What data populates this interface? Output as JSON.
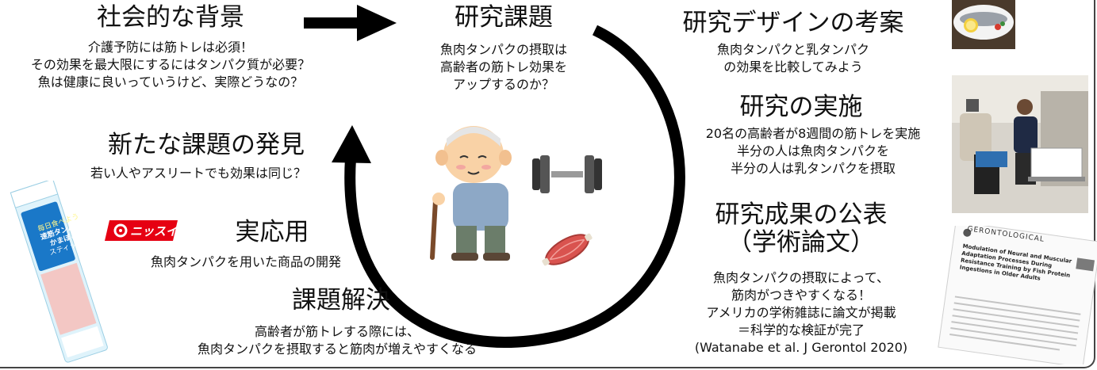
{
  "social": {
    "title": "社会的な背景",
    "lines": [
      "介護予防には筋トレは必須！",
      "その効果を最大限にするにはタンパク質が必要？",
      "魚は健康に良いっていうけど、実際どうなの？"
    ]
  },
  "research_question": {
    "title": "研究課題",
    "lines": [
      "魚肉タンパクの摂取は",
      "高齢者の筋トレ効果を",
      "アップするのか？"
    ]
  },
  "design": {
    "title": "研究デザインの考案",
    "lines": [
      "魚肉タンパクと乳タンパク",
      "の効果を比較してみよう"
    ]
  },
  "implementation": {
    "title": "研究の実施",
    "lines": [
      "20名の高齢者が8週間の筋トレを実施",
      "半分の人は魚肉タンパクを",
      "半分の人は乳タンパクを摂取"
    ]
  },
  "publication": {
    "title_line1": "研究成果の公表",
    "title_line2": "（学術論文）",
    "lines": [
      "魚肉タンパクの摂取によって、",
      "筋肉がつきやすくなる！",
      "アメリカの学術雑誌に論文が掲載",
      "＝科学的な検証が完了",
      "(Watanabe et al. J Gerontol 2020)"
    ]
  },
  "solution": {
    "title": "課題解決",
    "lines": [
      "高齢者が筋トレする際には、",
      "魚肉タンパクを摂取すると筋肉が増えやすくなる"
    ]
  },
  "application": {
    "title": "実応用",
    "lines": [
      "魚肉タンパクを用いた商品の開発"
    ]
  },
  "new_issue": {
    "title": "新たな課題の発見",
    "lines": [
      "若い人やアスリートでも効果は同じ？"
    ]
  },
  "logo": {
    "text": "ニッスイ",
    "color": "#e60012"
  },
  "package": {
    "label_top": "毎日食べよう",
    "label_main": "速筋タンパク かまぼこ",
    "label_sub": "スティック"
  },
  "paper": {
    "journal": "GERONTOLOGICAL",
    "title": "Modulation of Neural and Muscular Adaptation Processes During Resistance Training by Fish Protein Ingestions in Older Adults"
  },
  "icons": [
    "fish-plate-photo",
    "elderly-person-with-cane",
    "dumbbell-icon",
    "muscle-icon",
    "experiment-photo"
  ]
}
